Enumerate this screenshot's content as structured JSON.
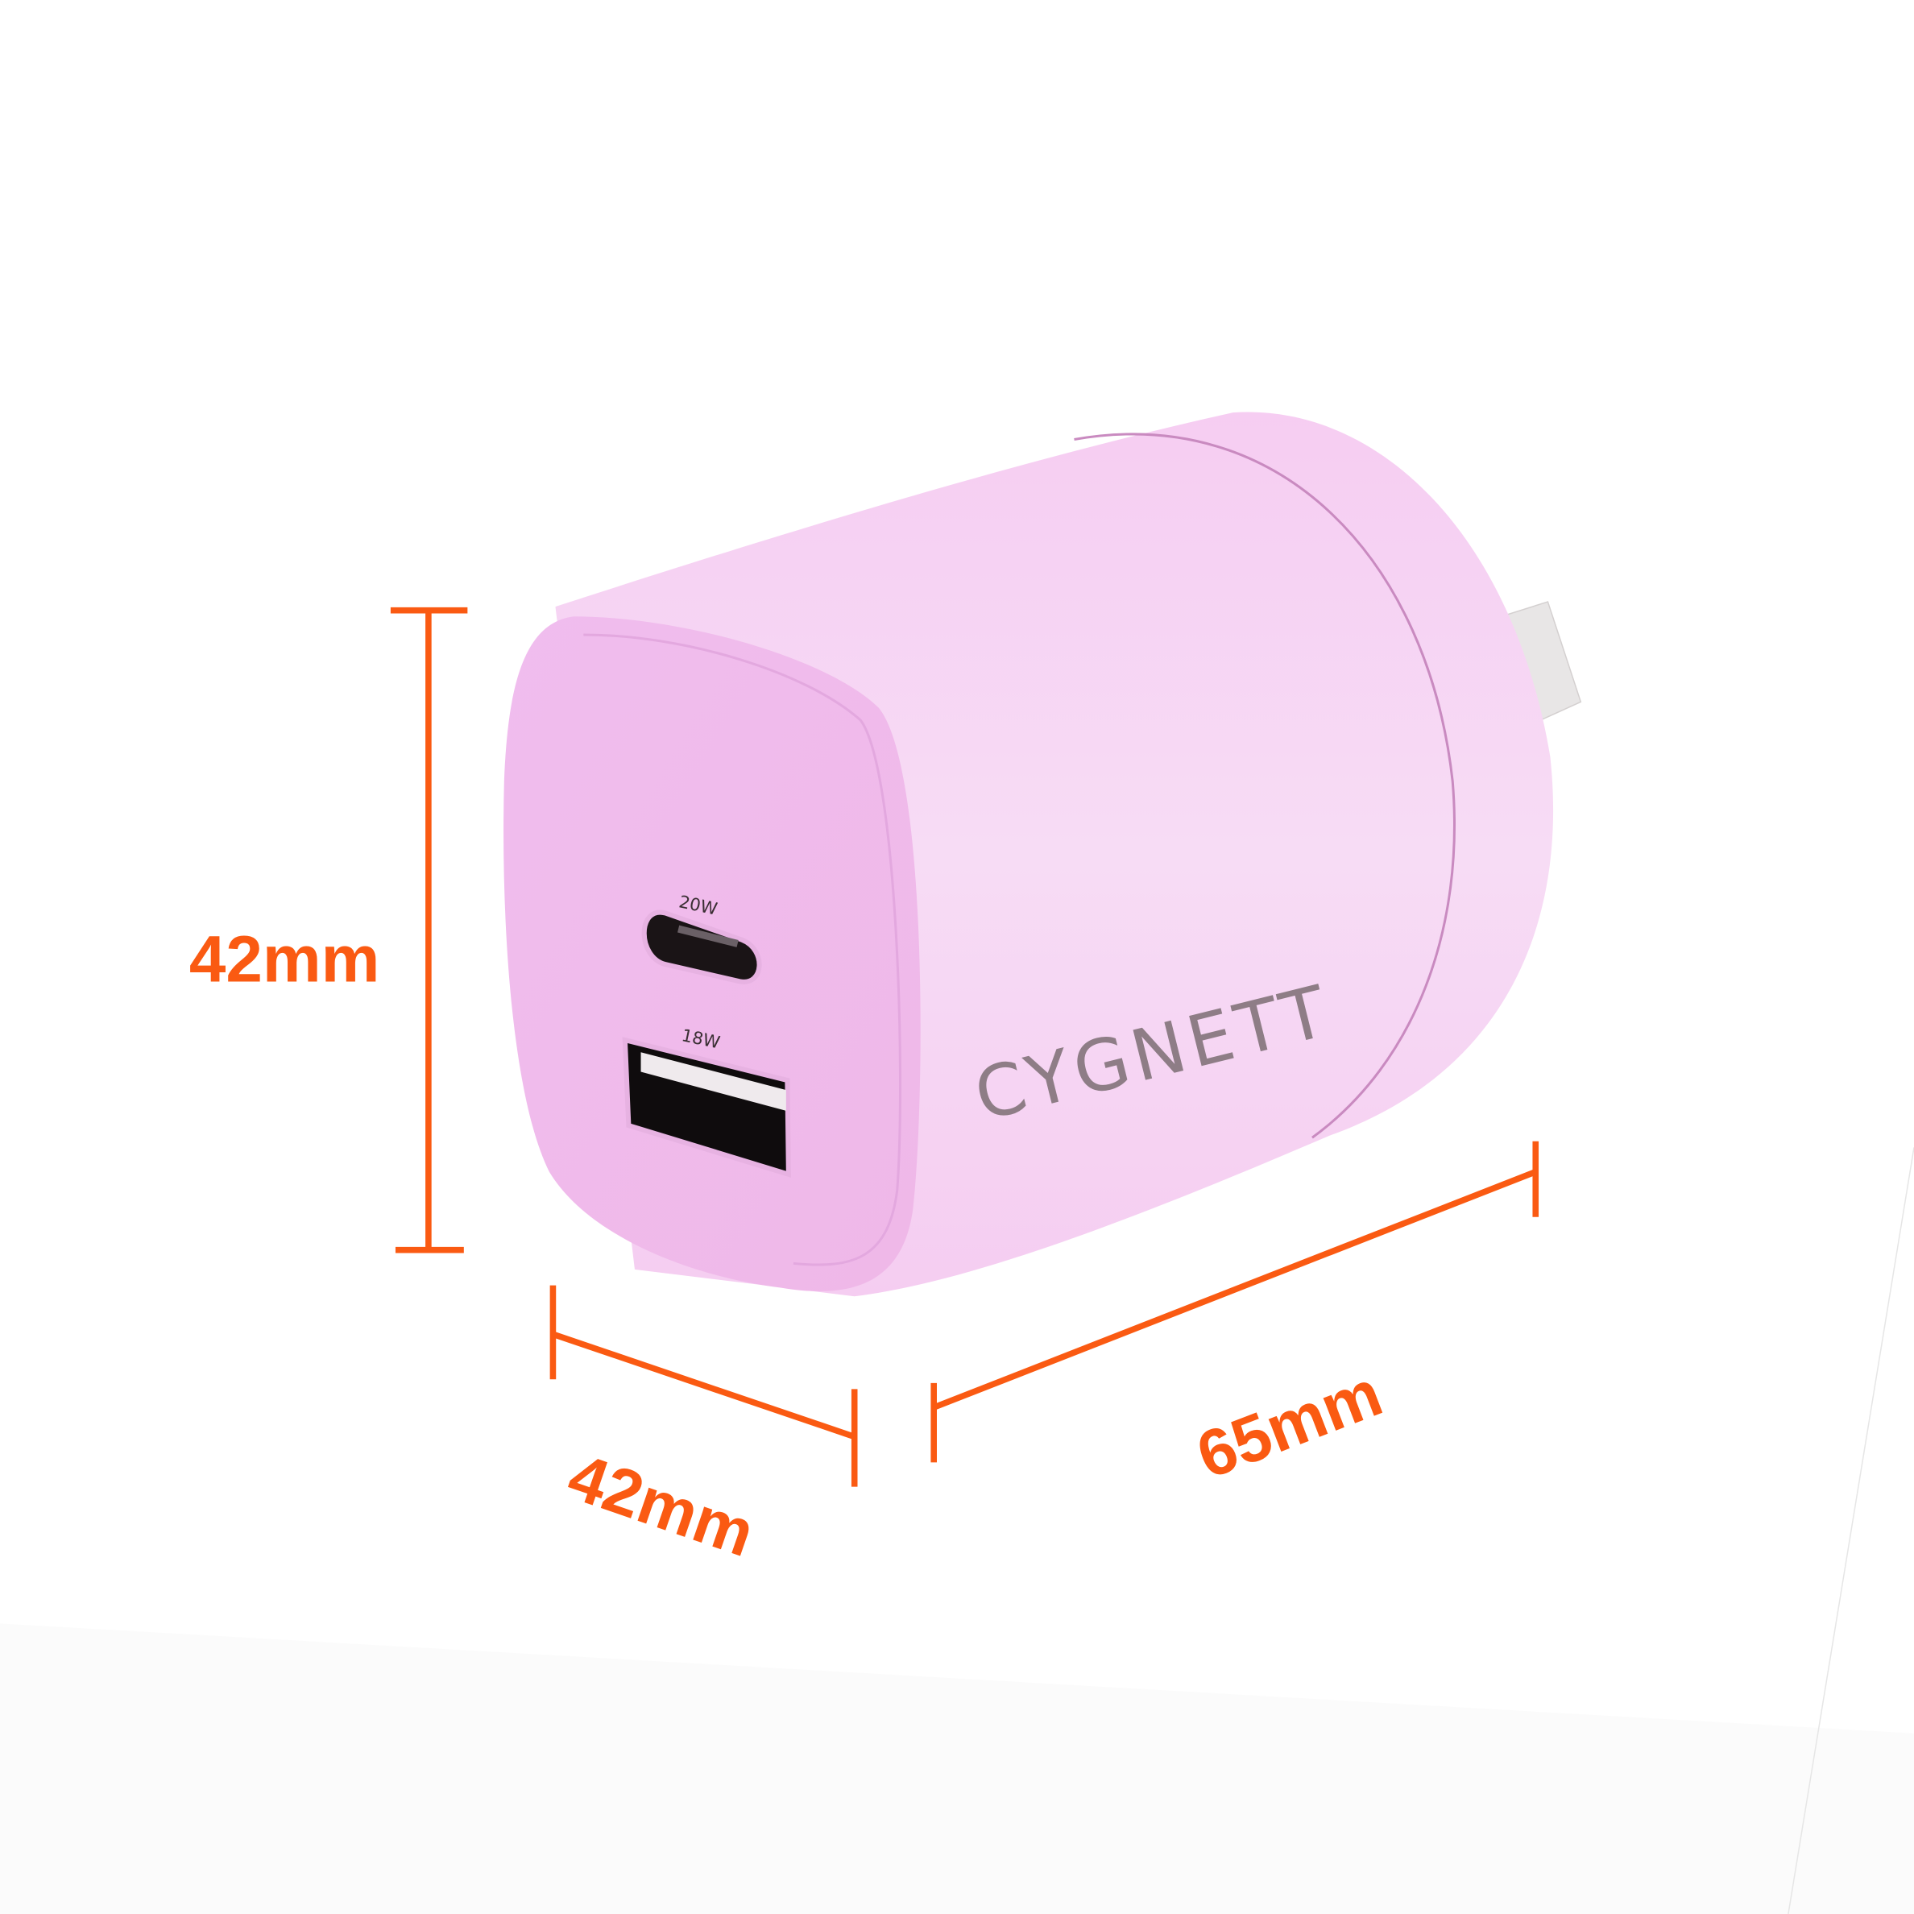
{
  "product": {
    "brand": "CYGNETT",
    "ports": [
      {
        "type": "USB-C",
        "label": "20W"
      },
      {
        "type": "USB-A",
        "label": "18W"
      }
    ],
    "body_color": "#f5c8f0",
    "face_color": "#f1bdee"
  },
  "dimensions": {
    "height": "42mm",
    "width": "42mm",
    "length": "65mm",
    "line_color": "#fa5a12"
  }
}
